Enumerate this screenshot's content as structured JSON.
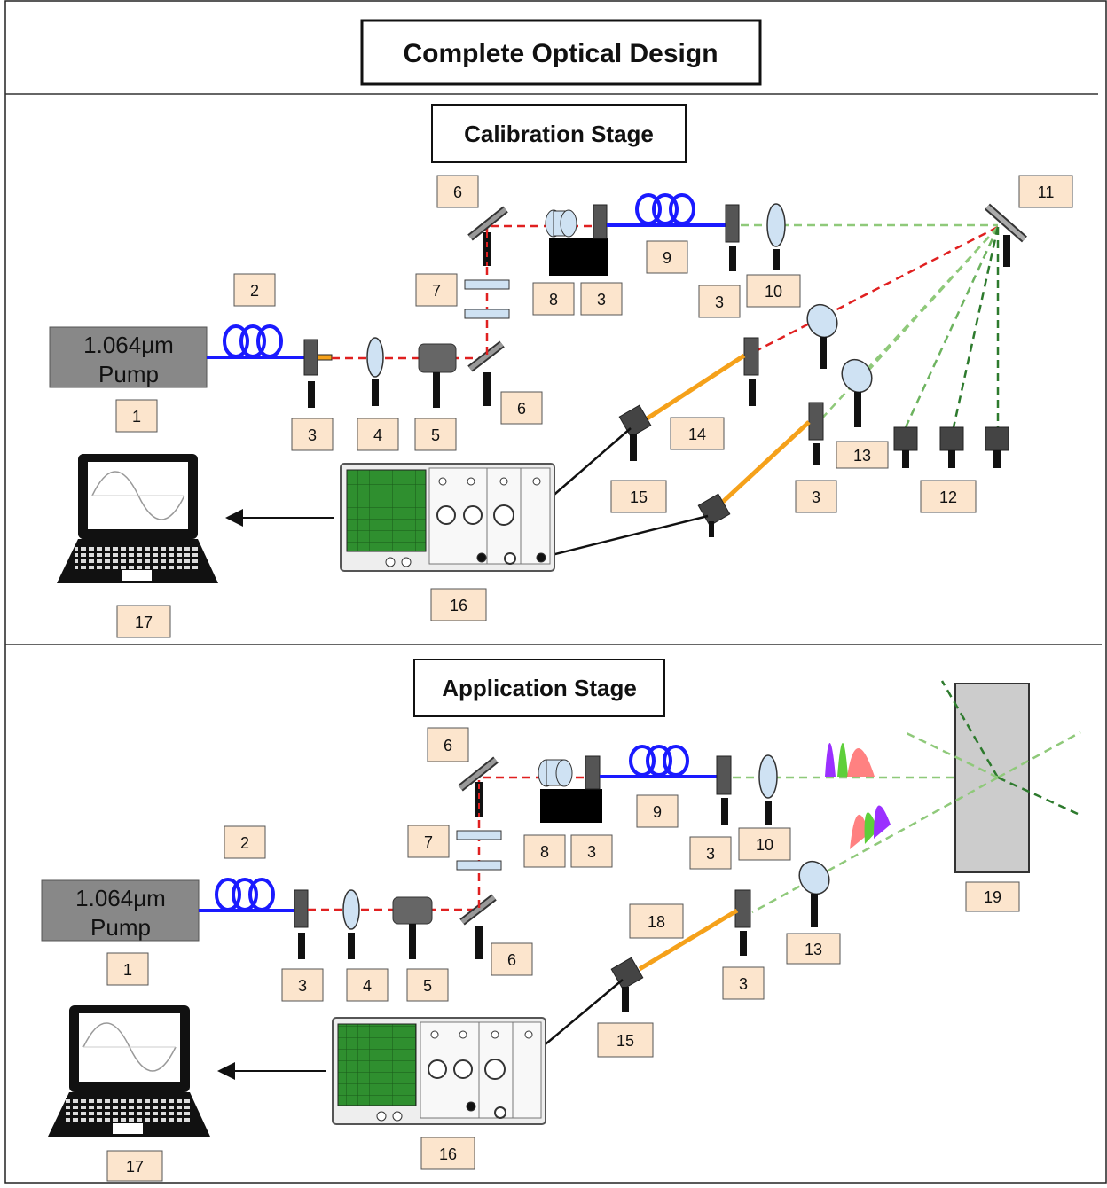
{
  "header": {
    "title": "Complete Optical Design"
  },
  "calibration": {
    "title": "Calibration Stage",
    "pump_line1": "1.064μm",
    "pump_line2": "Pump",
    "labels": {
      "l1": "1",
      "l2": "2",
      "l3a": "3",
      "l4": "4",
      "l5": "5",
      "l6a": "6",
      "l6b": "6",
      "l7": "7",
      "l8": "8",
      "l3b": "3",
      "l9": "9",
      "l3c": "3",
      "l10": "10",
      "l11": "11",
      "l12": "12",
      "l13": "13",
      "l3d": "3",
      "l14": "14",
      "l15": "15",
      "l16": "16",
      "l17": "17"
    }
  },
  "application": {
    "title": "Application Stage",
    "pump_line1": "1.064μm",
    "pump_line2": "Pump",
    "labels": {
      "l1": "1",
      "l2": "2",
      "l3a": "3",
      "l4": "4",
      "l5": "5",
      "l6a": "6",
      "l6b": "6",
      "l7": "7",
      "l8": "8",
      "l3b": "3",
      "l9": "9",
      "l3c": "3",
      "l10": "10",
      "l13": "13",
      "l3d": "3",
      "l18": "18",
      "l15": "15",
      "l16": "16",
      "l17": "17",
      "l19": "19"
    }
  },
  "colors": {
    "fiber_pump": "#1a1aff",
    "beam_red": "#e02020",
    "beam_green": "#8fc97a",
    "beam_dark_green": "#2d7a2d",
    "fiber_orange": "#f5a11a",
    "label_fill": "#fce5cd",
    "scope_screen": "#2e8b2e"
  }
}
